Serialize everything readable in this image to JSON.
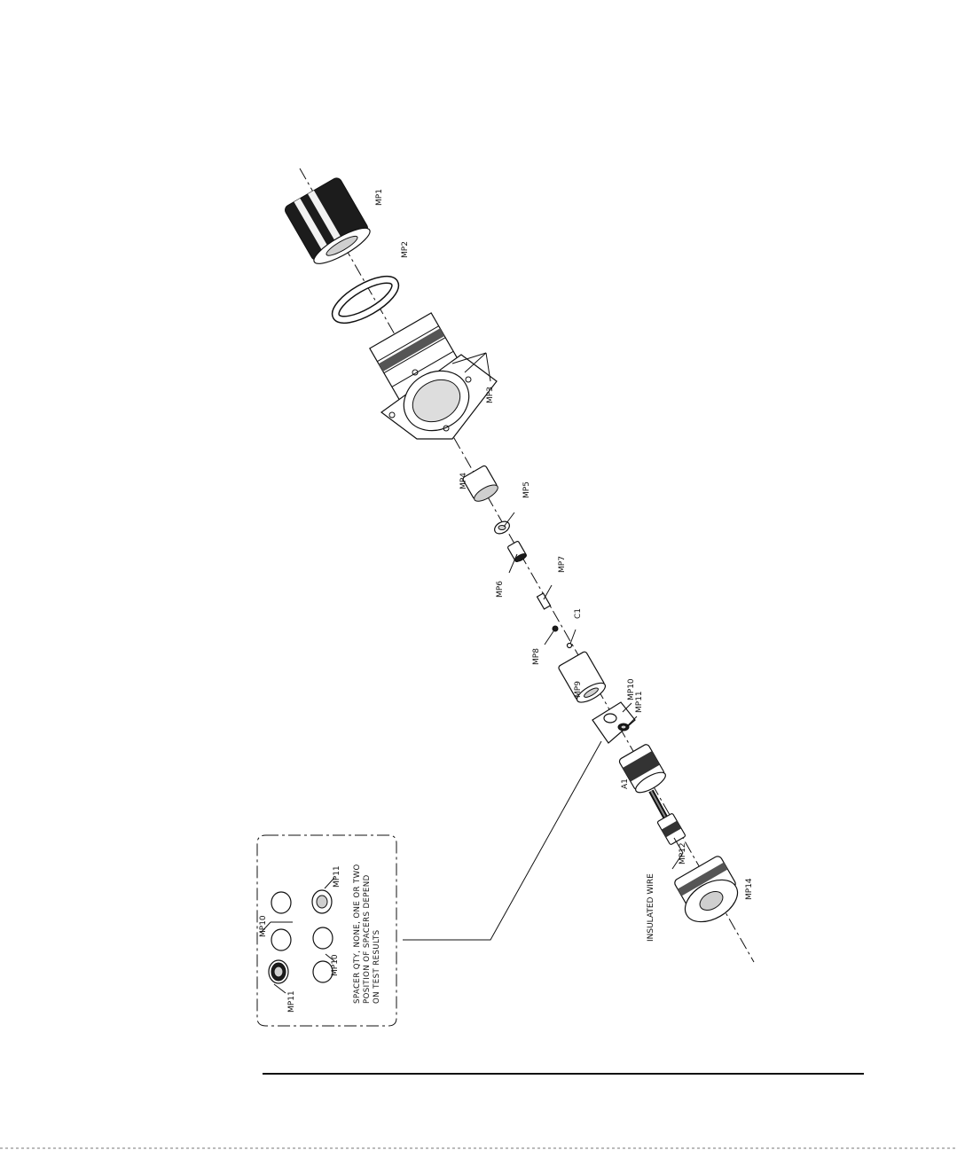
{
  "parts": {
    "mp1": "MP1",
    "mp2": "MP2",
    "mp3": "MP3",
    "mp4": "MP4",
    "mp5": "MP5",
    "mp6": "MP6",
    "mp7": "MP7",
    "mp8": "MP8",
    "c1": "C1",
    "mp9": "MP9",
    "mp10": "MP10",
    "mp11": "MP11",
    "a1": "A1",
    "mp12": "MP12",
    "insulated_wire": "INSULATED WIRE",
    "mp14": "MP14"
  },
  "inset": {
    "mp10_top": "MP10",
    "mp11_left": "MP11",
    "mp10_mid": "MP10",
    "mp11_right": "MP11",
    "note_line1": "SPACER QTY, NONE, ONE OR TWO",
    "note_line2": "POSITION OF SPACERS DEPEND",
    "note_line3": "ON TEST RESULTS"
  }
}
